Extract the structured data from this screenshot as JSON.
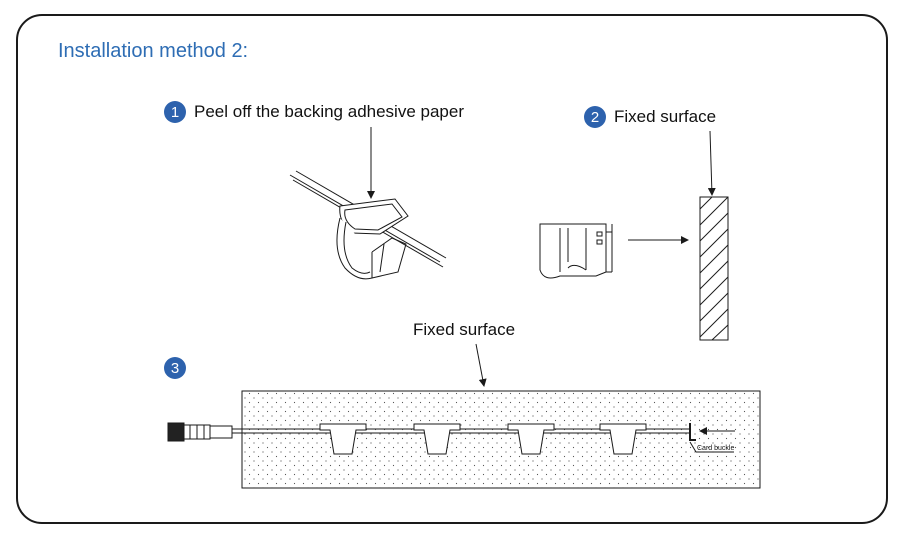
{
  "title": "Installation method 2:",
  "steps": [
    {
      "number": "1",
      "label": "Peel off the backing adhesive paper"
    },
    {
      "number": "2",
      "label": "Fixed surface"
    },
    {
      "number": "3",
      "label": "Fixed surface"
    }
  ],
  "card_buckle_label": "Card buckle",
  "colors": {
    "title": "#2e6db4",
    "badge": "#2d62ad",
    "line": "#1a1a1a"
  }
}
